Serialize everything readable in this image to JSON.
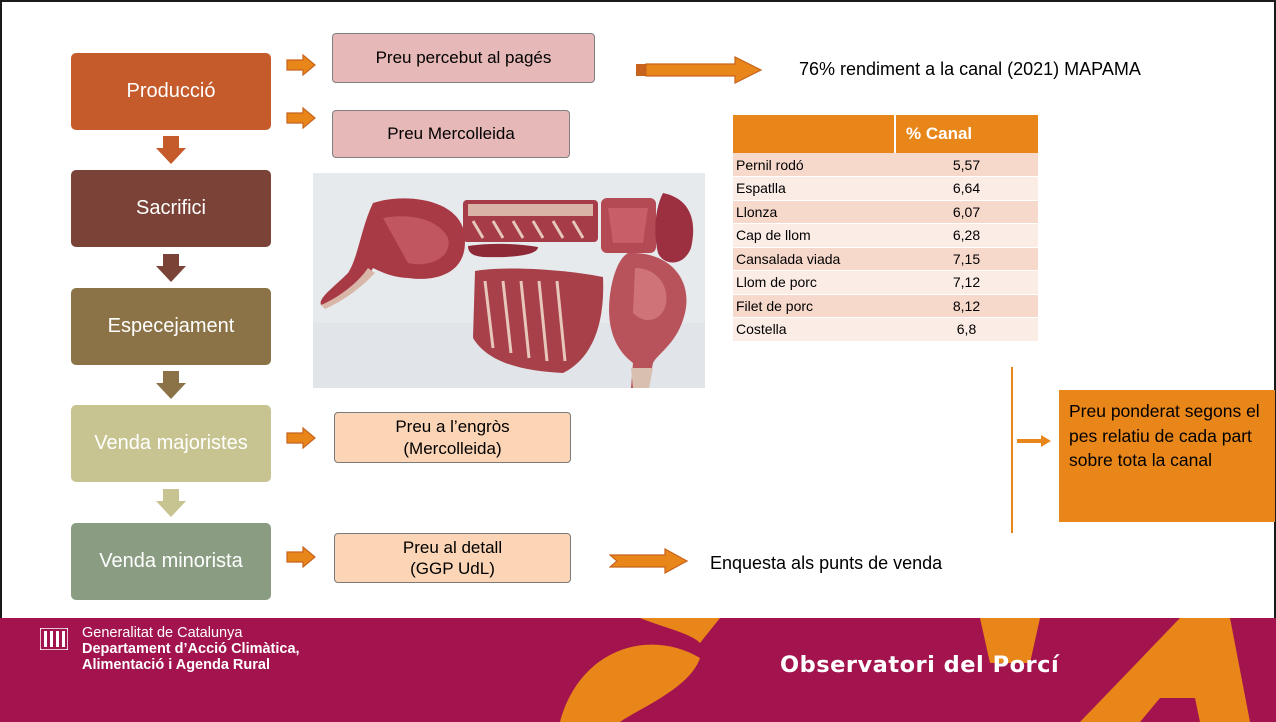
{
  "stages": [
    {
      "label": "Producció",
      "color": "#c55a2b"
    },
    {
      "label": "Sacrifici",
      "color": "#7b4237"
    },
    {
      "label": "Especejament",
      "color": "#8b7347"
    },
    {
      "label": "Venda majoristes",
      "color": "#c7c492"
    },
    {
      "label": "Venda minorista",
      "color": "#8a9d82"
    }
  ],
  "price_boxes": {
    "farmer": "Preu percebut al pagés",
    "mercolleida": "Preu Mercolleida",
    "wholesale_line1": "Preu a l’engròs",
    "wholesale_line2": "(Mercolleida)",
    "retail_line1": "Preu al detall",
    "retail_line2": "(GGP UdL)"
  },
  "notes": {
    "yield": "76% rendiment a la canal (2021) MAPAMA",
    "survey": "Enquesta als punts de venda"
  },
  "table": {
    "header": "% Canal",
    "rows": [
      {
        "label": "Pernil rodó",
        "value": "5,57"
      },
      {
        "label": "Espatlla",
        "value": "6,64"
      },
      {
        "label": "Llonza",
        "value": "6,07"
      },
      {
        "label": "Cap de llom",
        "value": "6,28"
      },
      {
        "label": "Cansalada viada",
        "value": "7,15"
      },
      {
        "label": "Llom de porc",
        "value": "7,12"
      },
      {
        "label": "Filet de porc",
        "value": "8,12"
      },
      {
        "label": "Costella",
        "value": "6,8"
      }
    ]
  },
  "callout": "Preu ponderat segons el pes relatiu de cada part sobre tota la canal",
  "footer": {
    "line1": "Generalitat de Catalunya",
    "line2": "Departament d’Acció Climàtica,",
    "line3": "Alimentació i Agenda Rural",
    "brand": "Observatori del Porcí"
  },
  "colors": {
    "accent": "#e8861a",
    "footer_bg": "#a3144f",
    "arrow_fill": "#e8861a",
    "arrow_stroke": "#c7631c"
  },
  "icons": {
    "photo": "pork-cuts-photo",
    "logo": "generalitat-logo-icon"
  }
}
